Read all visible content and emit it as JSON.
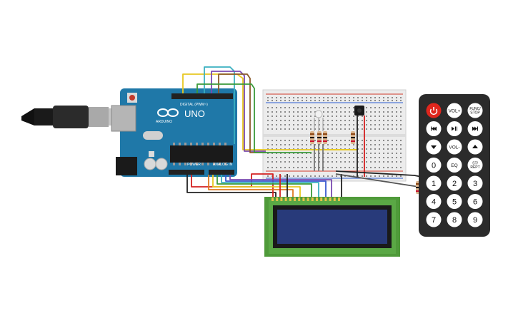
{
  "arduino": {
    "brand": "ARDUINO",
    "model": "UNO",
    "digital_label": "DIGITAL (PWM~)",
    "power_label": "POWER",
    "analog_label": "ANALOG IN",
    "usb_icon": "usb-plug",
    "colors": {
      "board": "#1f78a8",
      "header": "#222222",
      "chip": "#1a1a1a"
    }
  },
  "breadboard": {
    "colors": {
      "body": "#ececec",
      "rail_red": "#d23a2a",
      "rail_blue": "#2a5bd2"
    }
  },
  "lcd": {
    "colors": {
      "board": "#4f9a3a",
      "screen": "#283a7a"
    }
  },
  "remote": {
    "rows": [
      [
        {
          "label": "",
          "icon": "power-icon",
          "kind": "power"
        },
        {
          "label": "VOL+",
          "kind": "btn"
        },
        {
          "label": "FUNC/\nSTOP",
          "kind": "btn"
        }
      ],
      [
        {
          "label": "",
          "icon": "rewind-icon",
          "kind": "btn"
        },
        {
          "label": "",
          "icon": "play-pause-icon",
          "kind": "btn"
        },
        {
          "label": "",
          "icon": "fast-forward-icon",
          "kind": "btn"
        }
      ],
      [
        {
          "label": "",
          "icon": "down-arrow-icon",
          "kind": "btn"
        },
        {
          "label": "VOL-",
          "kind": "btn"
        },
        {
          "label": "",
          "icon": "up-arrow-icon",
          "kind": "btn"
        }
      ],
      [
        {
          "label": "0",
          "kind": "btn"
        },
        {
          "label": "EQ",
          "kind": "btn"
        },
        {
          "label": "ST/\nREPT",
          "kind": "btn"
        }
      ],
      [
        {
          "label": "1",
          "kind": "btn"
        },
        {
          "label": "2",
          "kind": "btn"
        },
        {
          "label": "3",
          "kind": "btn"
        }
      ],
      [
        {
          "label": "4",
          "kind": "btn"
        },
        {
          "label": "5",
          "kind": "btn"
        },
        {
          "label": "6",
          "kind": "btn"
        }
      ],
      [
        {
          "label": "7",
          "kind": "btn"
        },
        {
          "label": "8",
          "kind": "btn"
        },
        {
          "label": "9",
          "kind": "btn"
        }
      ]
    ],
    "colors": {
      "body": "#2b2b2b",
      "button": "#ffffff",
      "power": "#e0261d"
    }
  },
  "wire_colors": {
    "yellow": "#e8c820",
    "green": "#3a9a3a",
    "red": "#d42020",
    "black": "#222222",
    "orange": "#e07a20",
    "cyan": "#3ab0c0",
    "purple": "#7a4ab0",
    "brown": "#8a5a2a",
    "blue": "#3a5ad0"
  }
}
